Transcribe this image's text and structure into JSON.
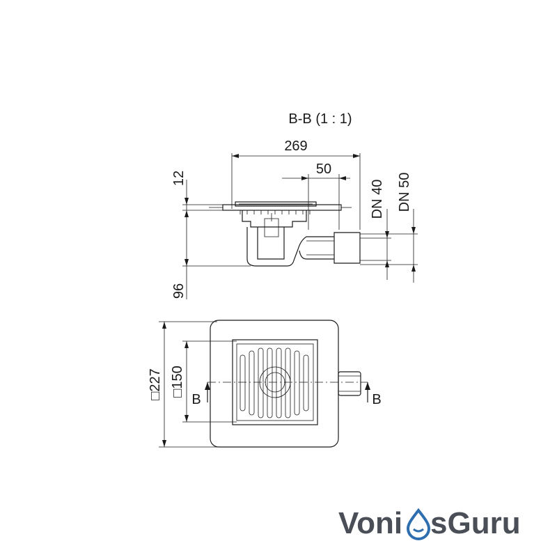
{
  "section_title": "B-B (1 : 1)",
  "dimensions": {
    "width_overall": "269",
    "outlet_offset": "50",
    "grate_height": "12",
    "depth": "96",
    "outer_square": "□227",
    "inner_square": "□150",
    "pipe_dn40": "DN 40",
    "pipe_dn50": "DN 50"
  },
  "section_marks": {
    "left": "B",
    "right": "B"
  },
  "logo": {
    "part1": "Voni",
    "part2": "sGuru",
    "color_dark": "#4a4e57",
    "color_accent": "#2f6fb0"
  }
}
